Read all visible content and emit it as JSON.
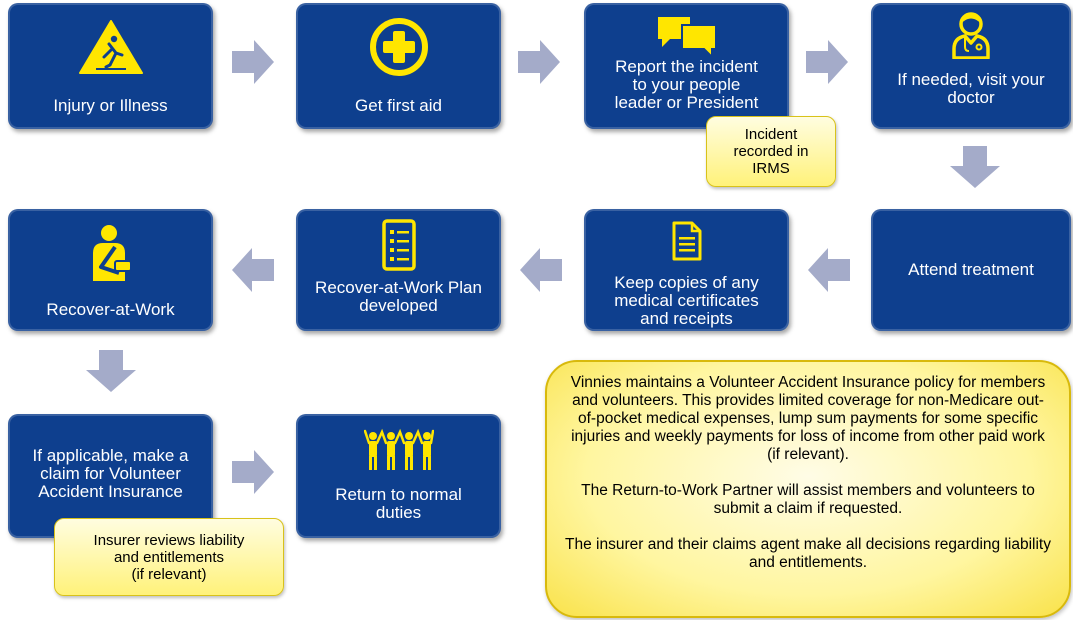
{
  "flow": {
    "steps": {
      "injury": "Injury or Illness",
      "first_aid": "Get first aid",
      "report": "Report the incident\nto your people\nleader or President",
      "doctor": "If needed, visit your\ndoctor",
      "treatment": "Attend treatment",
      "keep_copies": "Keep copies of any\nmedical certificates\nand receipts",
      "plan": "Recover-at-Work Plan\ndeveloped",
      "recover": "Recover-at-Work",
      "claim": "If applicable, make a\nclaim for Volunteer\nAccident Insurance",
      "return": "Return to normal\nduties"
    },
    "notes": {
      "irms": "Incident\nrecorded in\nIRMS",
      "insurer": "Insurer reviews liability\nand entitlements\n(if relevant)"
    },
    "info_box": {
      "p1": "Vinnies maintains a Volunteer Accident Insurance policy for members and volunteers. This provides limited coverage for non-Medicare out-of-pocket medical expenses, lump sum payments for some specific injuries and weekly payments for loss of income from other paid work (if relevant).",
      "p2": "The Return-to-Work Partner will assist members and volunteers to submit a claim if requested.",
      "p3": "The insurer and their claims agent make all decisions regarding liability and entitlements."
    }
  },
  "colors": {
    "box_blue": "#0e3f8e",
    "icon_yellow": "#ffe600",
    "arrow_grey": "#a4abc9",
    "note_yellow": "#fff27a"
  },
  "icons": [
    "wet-floor-warning-icon",
    "first-aid-cross-icon",
    "speech-bubbles-icon",
    "doctor-icon",
    "document-icon",
    "checklist-icon",
    "arm-sling-icon",
    "people-celebrating-icon"
  ]
}
